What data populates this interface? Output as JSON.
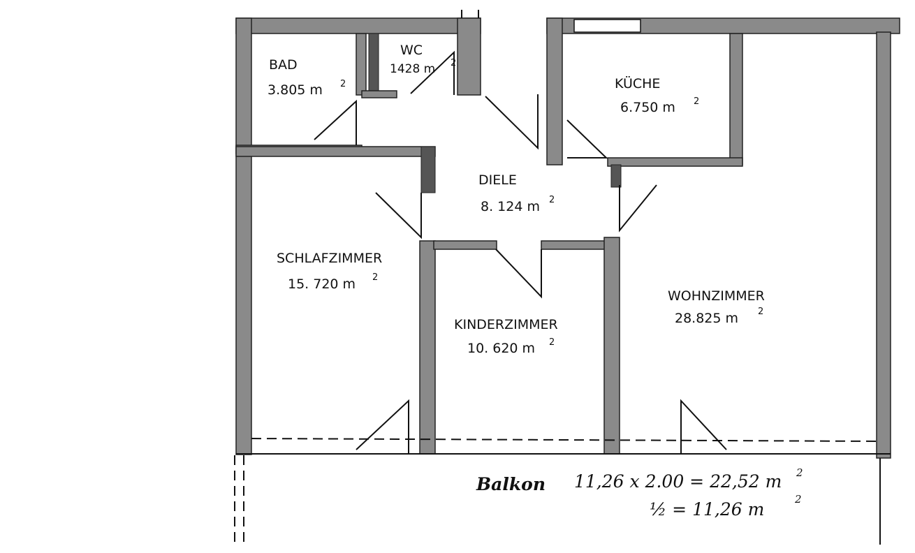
{
  "rooms": {
    "bad": {
      "name": "BAD",
      "area": "3.805 m",
      "exp": "2"
    },
    "wc": {
      "name": "WC",
      "area": "1428 m",
      "exp": "2"
    },
    "kueche": {
      "name": "KÜCHE",
      "area": "6.750 m",
      "exp": "2"
    },
    "diele": {
      "name": "DIELE",
      "area": "8. 124 m",
      "exp": "2"
    },
    "schlafzimmer": {
      "name": "SCHLAFZIMMER",
      "area": "15. 720 m",
      "exp": "2"
    },
    "kinderzimmer": {
      "name": "KINDERZIMMER",
      "area": "10. 620 m",
      "exp": "2"
    },
    "wohnzimmer": {
      "name": "WOHNZIMMER",
      "area": "28.825 m",
      "exp": "2"
    }
  },
  "balkon": {
    "label": "Balkon",
    "formula": "11,26 x 2.00 = 22,52 m",
    "formula_exp": "2",
    "half": "½   = 11,26 m",
    "half_exp": "2"
  }
}
